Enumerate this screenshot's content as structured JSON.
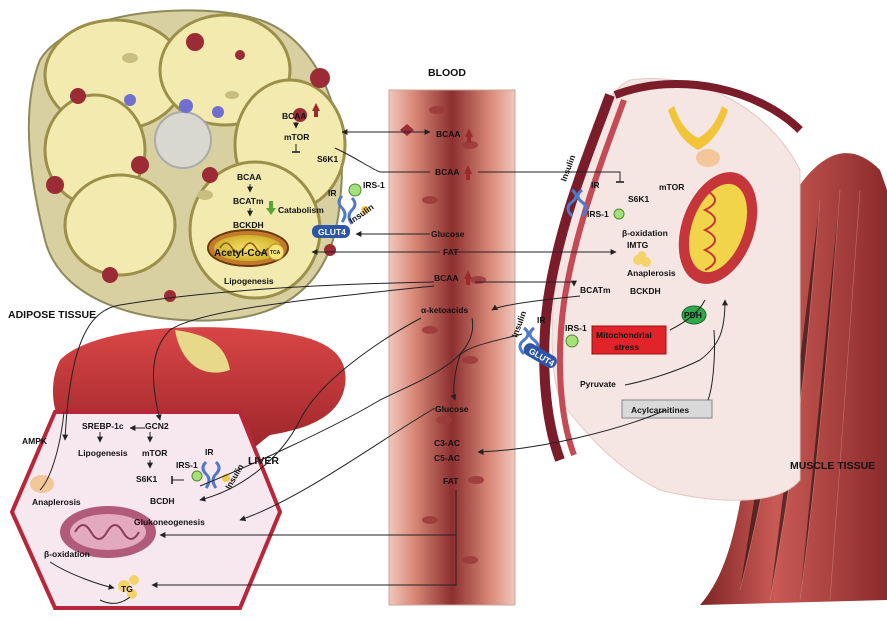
{
  "sections": {
    "blood": "BLOOD",
    "adipose": "ADIPOSE TISSUE",
    "liver": "LIVER",
    "muscle": "MUSCLE TISSUE"
  },
  "adipose": {
    "bcaa_top": "BCAA",
    "mtor": "mTOR",
    "s6k1": "S6K1",
    "ir": "IR",
    "irs1": "IRS-1",
    "insulin": "Insulin",
    "glut4": "GLUT4",
    "bcaa_inner": "BCAA",
    "bcatm": "BCATm",
    "bckdh": "BCKDH",
    "catabolism": "Catabolism",
    "acetyl_coa": "Acetyl-CoA",
    "tca": "TCA",
    "lipogenesis": "Lipogenesis"
  },
  "blood": {
    "bcaa_1": "BCAA",
    "bcaa_2": "BCAA",
    "glucose_1": "Glucose",
    "fat_1": "FAT",
    "bcaa_3": "BCAA",
    "ketoacids": "α-ketoacids",
    "glucose_2": "Glucose",
    "c3ac": "C3-AC",
    "c5ac": "C5-AC",
    "fat_2": "FAT"
  },
  "muscle": {
    "insulin_1": "Insulin",
    "ir_1": "IR",
    "irs1_1": "IRS-1",
    "mtor": "mTOR",
    "s6k1": "S6K1",
    "beta_ox": "β-oxidation",
    "imtg": "IMTG",
    "anaplerosis": "Anaplerosis",
    "bcatm": "BCATm",
    "bckdh": "BCKDH",
    "pdh": "PDH",
    "insulin_2": "Insulin",
    "ir_2": "IR",
    "irs1_2": "IRS-1",
    "glut4": "GLUT4",
    "stress_1": "Mitochondrial",
    "stress_2": "stress",
    "pyruvate": "Pyruvate",
    "acylcarnitines": "Acylcarnitines"
  },
  "liver": {
    "ampk": "AMPK",
    "srebp": "SREBP-1c",
    "gcn2": "GCN2",
    "lipogenesis": "Lipogenesis",
    "mtor": "mTOR",
    "irs1": "IRS-1",
    "s6k1": "S6K1",
    "ir": "IR",
    "insulin": "Insulin",
    "anaplerosis": "Anaplerosis",
    "bcdh": "BCDH",
    "gluconeogenesis": "Glukoneogenesis",
    "beta_ox": "β-oxidation",
    "tg": "TG"
  },
  "colors": {
    "adipocyte_fill": "#f3eab0",
    "adipocyte_border": "#9c8f4a",
    "vessel_dark": "#8c2f2f",
    "vessel_light": "#e9b4a8",
    "liver_red": "#b8262f",
    "muscle_red": "#b94a4a",
    "glut4_blue": "#2e56a6",
    "pdh_green": "#2ea84a",
    "stress_red": "#e0242a",
    "arrow_up": "#9b2b2b",
    "catabolism_green": "#58a63a"
  }
}
